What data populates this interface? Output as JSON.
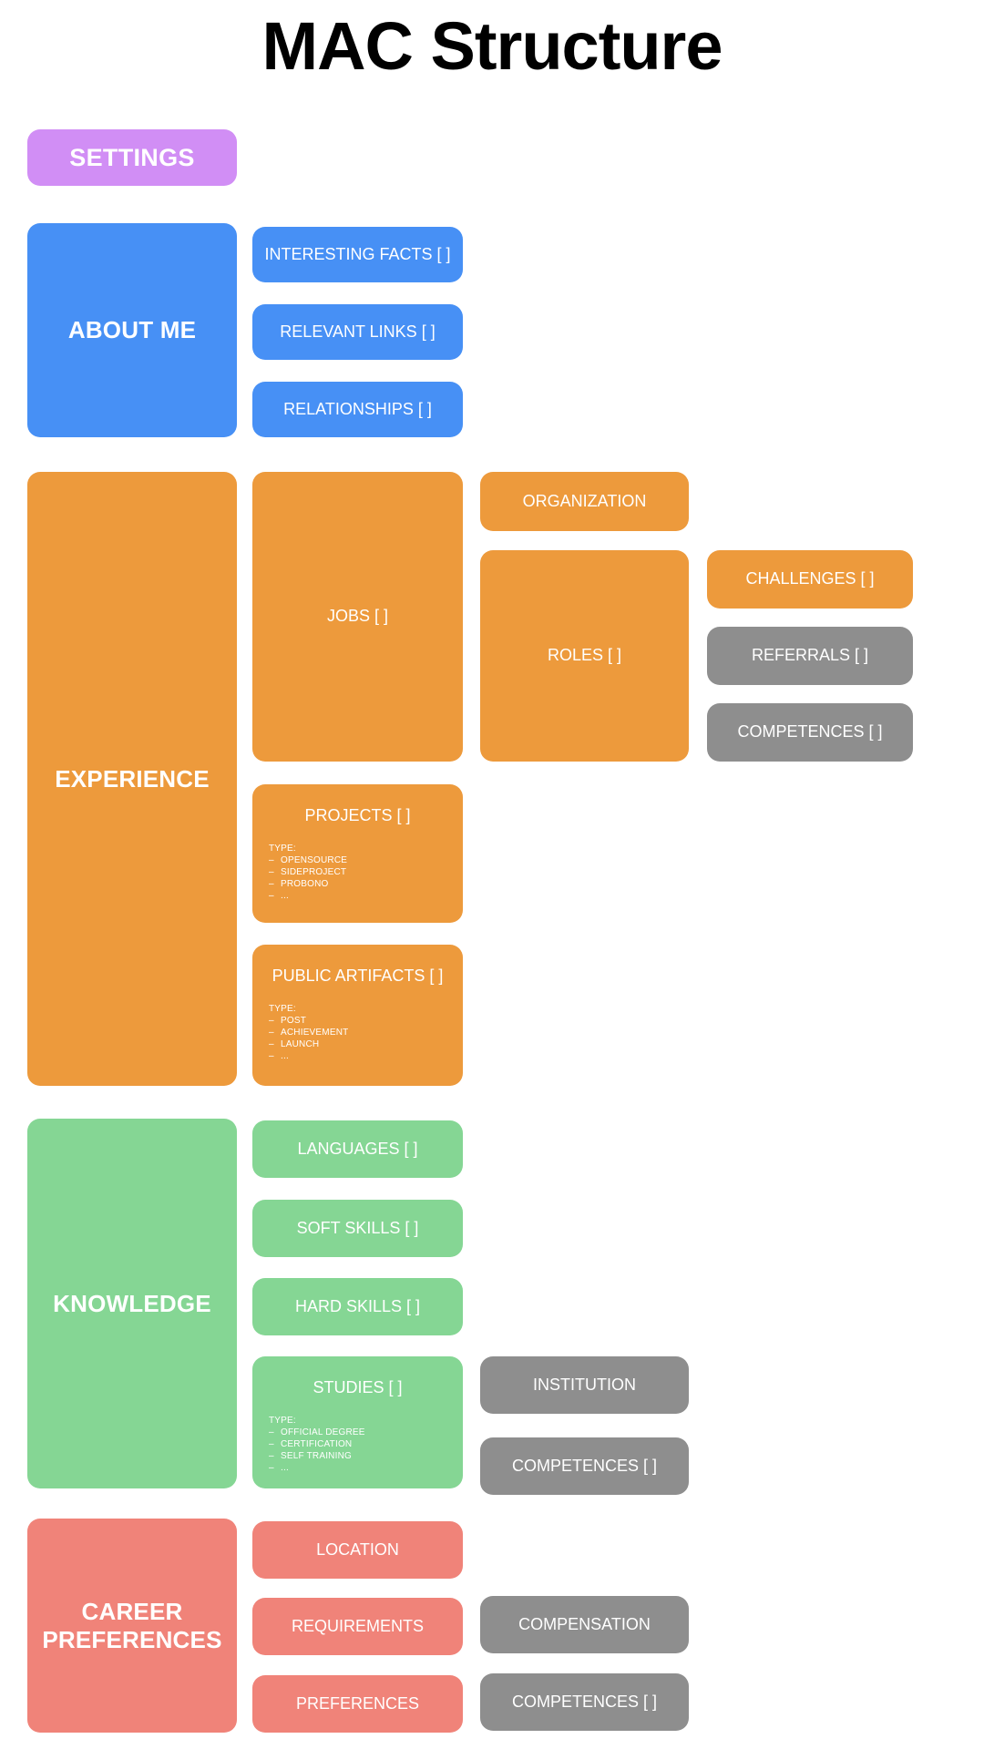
{
  "title": "MAC Structure",
  "colors": {
    "purple": "#d18ef5",
    "blue": "#4790f5",
    "orange": "#ed9a3c",
    "green": "#85d694",
    "red": "#f08379",
    "grey": "#8e8e8e",
    "background": "#ffffff",
    "text_on_box": "#ffffff",
    "title_text": "#000000"
  },
  "sections": {
    "settings": {
      "label": "SETTINGS"
    },
    "about_me": {
      "label": "ABOUT ME",
      "children": [
        {
          "label": "INTERESTING FACTS [ ]"
        },
        {
          "label": "RELEVANT LINKS [ ]"
        },
        {
          "label": "RELATIONSHIPS [ ]"
        }
      ]
    },
    "experience": {
      "label": "EXPERIENCE",
      "jobs": {
        "label": "JOBS [ ]"
      },
      "organization": {
        "label": "ORGANIZATION"
      },
      "roles": {
        "label": "ROLES [ ]"
      },
      "challenges": {
        "label": "CHALLENGES [ ]"
      },
      "referrals": {
        "label": "REFERRALS [ ]"
      },
      "competences": {
        "label": "COMPETENCES [ ]"
      },
      "projects": {
        "label": "PROJECTS [ ]",
        "type_heading": "TYPE:",
        "types": [
          "OPENSOURCE",
          "SIDEPROJECT",
          "PROBONO",
          "..."
        ]
      },
      "public_artifacts": {
        "label": "PUBLIC ARTIFACTS [ ]",
        "type_heading": "TYPE:",
        "types": [
          "POST",
          "ACHIEVEMENT",
          "LAUNCH",
          "..."
        ]
      }
    },
    "knowledge": {
      "label": "KNOWLEDGE",
      "languages": {
        "label": "LANGUAGES [ ]"
      },
      "soft_skills": {
        "label": "SOFT SKILLS [ ]"
      },
      "hard_skills": {
        "label": "HARD SKILLS [ ]"
      },
      "studies": {
        "label": "STUDIES [ ]",
        "type_heading": "TYPE:",
        "types": [
          "OFFICIAL DEGREE",
          "CERTIFICATION",
          "SELF TRAINING",
          "..."
        ]
      },
      "institution": {
        "label": "INSTITUTION"
      },
      "competences": {
        "label": "COMPETENCES [ ]"
      }
    },
    "career_preferences": {
      "label": "CAREER PREFERENCES",
      "location": {
        "label": "LOCATION"
      },
      "requirements": {
        "label": "REQUIREMENTS"
      },
      "preferences": {
        "label": "PREFERENCES"
      },
      "compensation": {
        "label": "COMPENSATION"
      },
      "competences": {
        "label": "COMPETENCES [ ]"
      }
    }
  },
  "list_dash": "–"
}
